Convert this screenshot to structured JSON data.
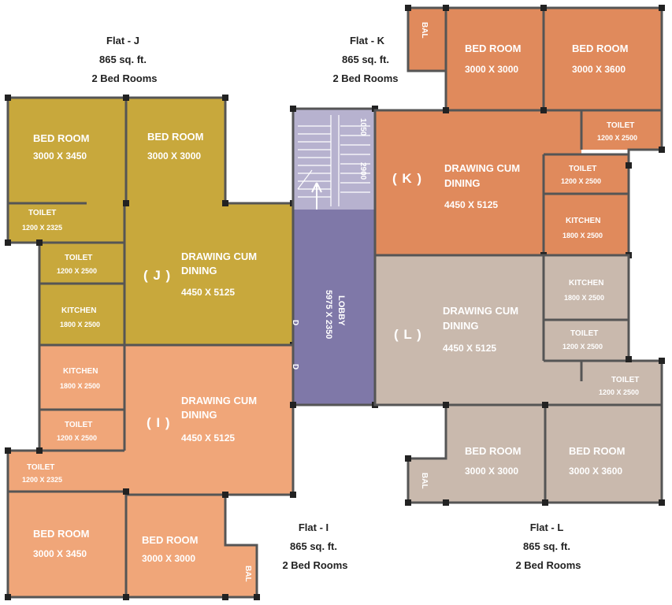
{
  "colors": {
    "flat_j": "#c8a83c",
    "flat_k": "#e08a5c",
    "flat_l": "#c9b9ad",
    "flat_i": "#f0a679",
    "lobby": "#7f78a8",
    "stair": "#b7b2cf",
    "wall": "#555555",
    "text_light": "#ffffff",
    "caption_text": "#222222"
  },
  "captions": {
    "flat_j": {
      "name": "Flat - J",
      "area": "865 sq. ft.",
      "rooms": "2 Bed Rooms"
    },
    "flat_k": {
      "name": "Flat - K",
      "area": "865 sq. ft.",
      "rooms": "2 Bed Rooms"
    },
    "flat_i": {
      "name": "Flat - I",
      "area": "865 sq. ft.",
      "rooms": "2 Bed Rooms"
    },
    "flat_l": {
      "name": "Flat - L",
      "area": "865 sq. ft.",
      "rooms": "2 Bed Rooms"
    }
  },
  "flat_j": {
    "id": "( J )",
    "bedroom1": {
      "label": "BED ROOM",
      "dim": "3000 X 3450"
    },
    "bedroom2": {
      "label": "BED ROOM",
      "dim": "3000 X 3000"
    },
    "toilet1": {
      "label": "TOILET",
      "dim": "1200 X 2325"
    },
    "toilet2": {
      "label": "TOILET",
      "dim": "1200 X 2500"
    },
    "kitchen": {
      "label": "KITCHEN",
      "dim": "1800 X 2500"
    },
    "drawing": {
      "label1": "DRAWING CUM",
      "label2": "DINING",
      "dim": "4450 X 5125"
    }
  },
  "flat_k": {
    "id": "( K )",
    "balcony": "BAL",
    "bedroom1": {
      "label": "BED ROOM",
      "dim": "3000 X 3000"
    },
    "bedroom2": {
      "label": "BED ROOM",
      "dim": "3000 X 3600"
    },
    "toilet1": {
      "label": "TOILET",
      "dim": "1200 X 2500"
    },
    "toilet2": {
      "label": "TOILET",
      "dim": "1200 X 2500"
    },
    "kitchen": {
      "label": "KITCHEN",
      "dim": "1800 X 2500"
    },
    "drawing": {
      "label1": "DRAWING CUM",
      "label2": "DINING",
      "dim": "4450 X 5125"
    }
  },
  "flat_l": {
    "id": "( L )",
    "balcony": "BAL",
    "bedroom1": {
      "label": "BED ROOM",
      "dim": "3000 X 3000"
    },
    "bedroom2": {
      "label": "BED ROOM",
      "dim": "3000 X 3600"
    },
    "toilet1": {
      "label": "TOILET",
      "dim": "1200 X 2500"
    },
    "toilet2": {
      "label": "TOILET",
      "dim": "1200 X 2500"
    },
    "kitchen": {
      "label": "KITCHEN",
      "dim": "1800 X 2500"
    },
    "drawing": {
      "label1": "DRAWING CUM",
      "label2": "DINING",
      "dim": "4450 X 5125"
    }
  },
  "flat_i": {
    "id": "( I )",
    "balcony": "BAL",
    "bedroom1": {
      "label": "BED ROOM",
      "dim": "3000 X 3450"
    },
    "bedroom2": {
      "label": "BED ROOM",
      "dim": "3000 X 3000"
    },
    "toilet1": {
      "label": "TOILET",
      "dim": "1200 X 2325"
    },
    "toilet2": {
      "label": "TOILET",
      "dim": "1200 X 2500"
    },
    "kitchen": {
      "label": "KITCHEN",
      "dim": "1800 X 2500"
    },
    "drawing": {
      "label1": "DRAWING CUM",
      "label2": "DINING",
      "dim": "4450 X 5125"
    }
  },
  "core": {
    "lobby_label": "LOBBY",
    "lobby_dim": "5975 X 2350",
    "stair_dim_1": "1050",
    "stair_dim_2": "2900",
    "up_label": "UP",
    "door_mark": "D"
  }
}
